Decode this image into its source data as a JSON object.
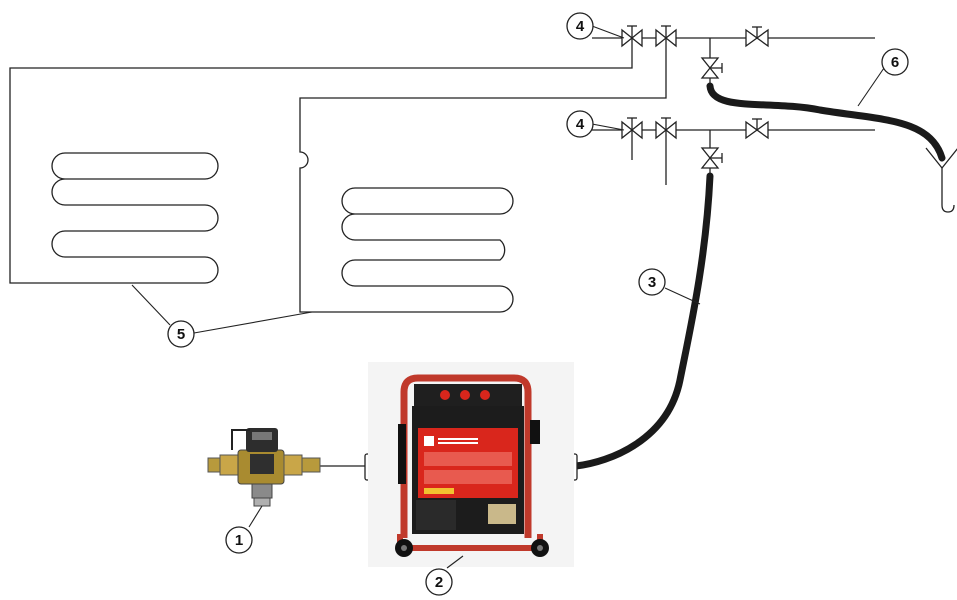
{
  "callouts": {
    "c1": "1",
    "c2": "2",
    "c3": "3",
    "c4a": "4",
    "c4b": "4",
    "c5": "5",
    "c6": "6"
  },
  "colors": {
    "line": "#222222",
    "hose": "#1a1a1a",
    "unit_red": "#d9261c",
    "unit_frame": "#c0392b",
    "unit_body": "#1c1c1c"
  },
  "icons": {
    "valve": "gate-valve-icon",
    "funnel": "drain-funnel-icon",
    "pump": "flushing-pump-unit",
    "filter": "filter-valve-fitting"
  }
}
